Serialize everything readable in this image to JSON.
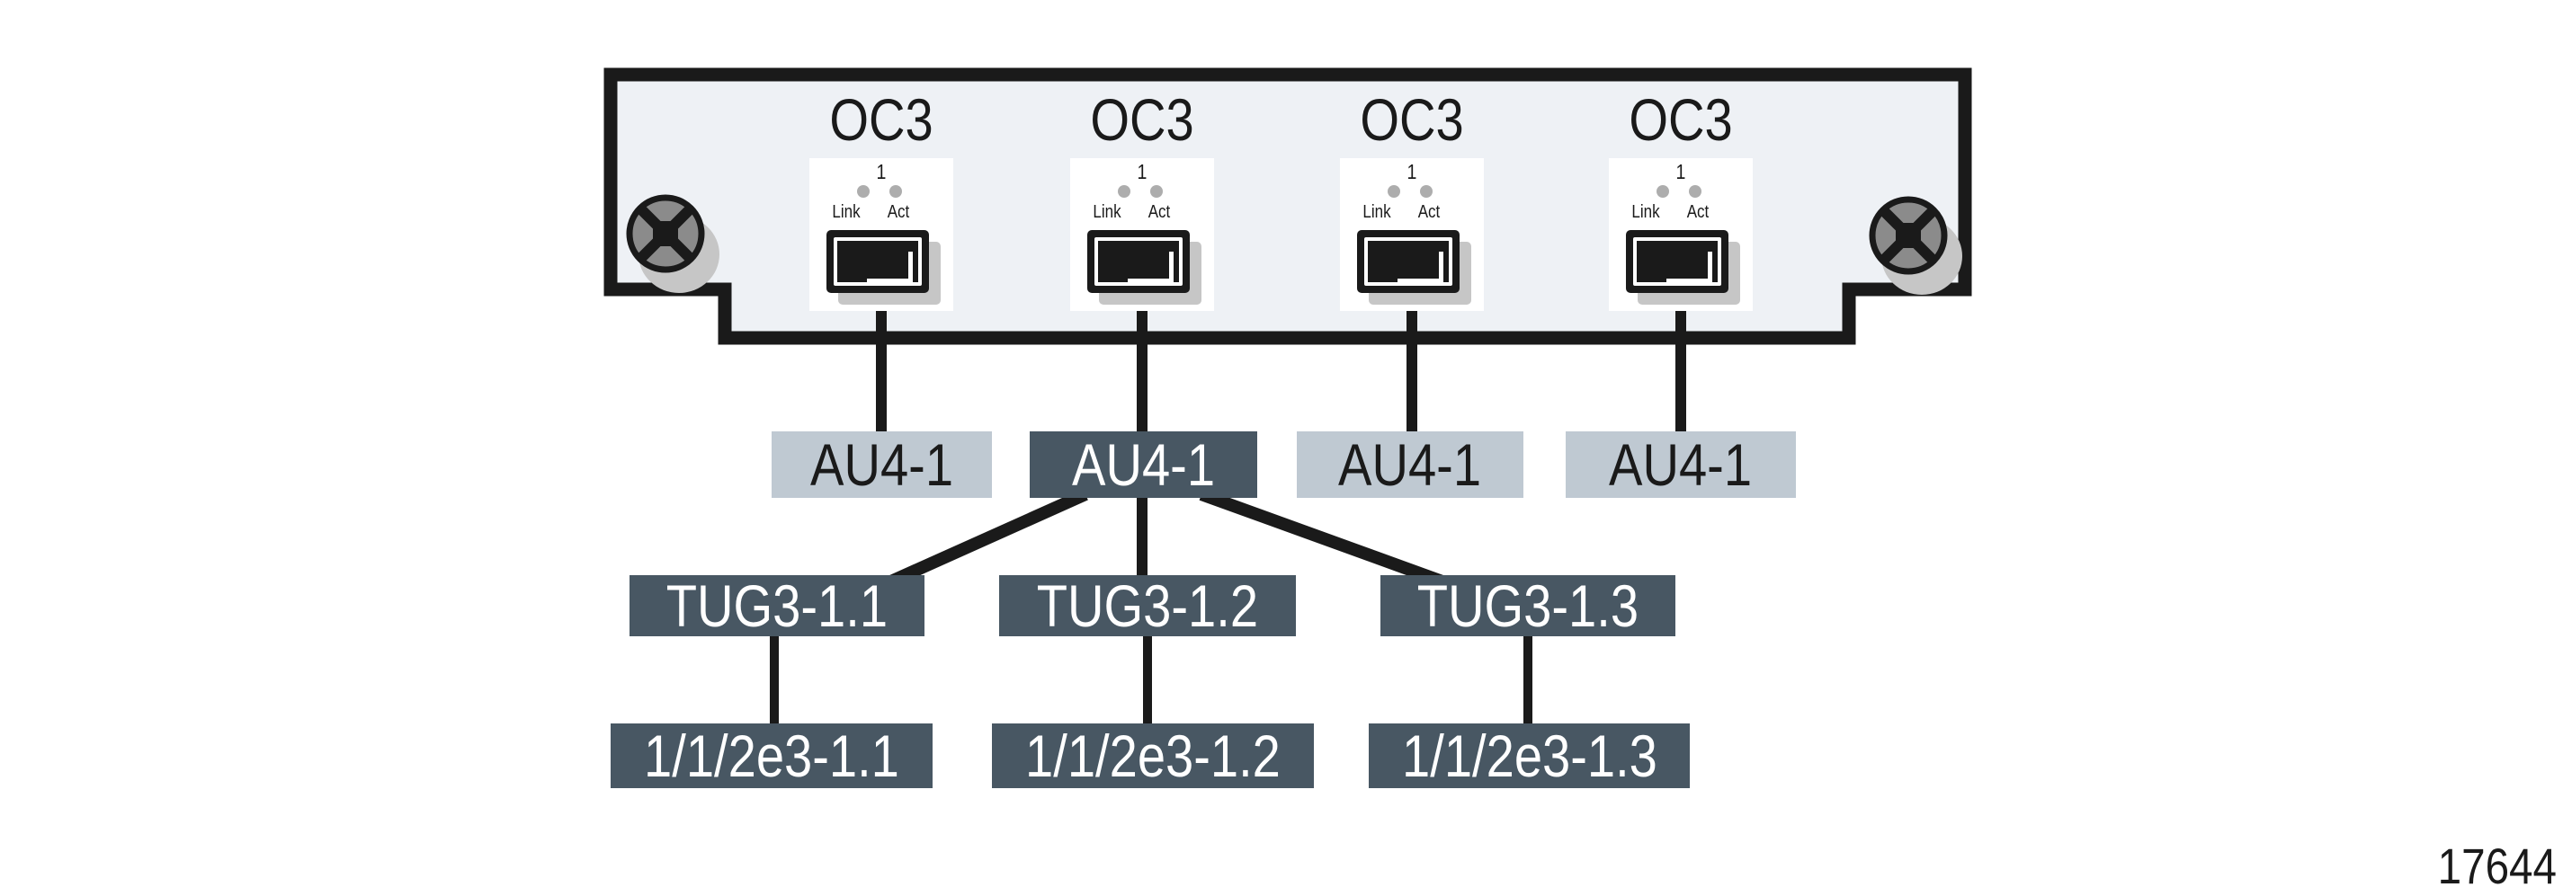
{
  "figure_number": "17644",
  "card": {
    "ports": [
      {
        "title": "OC3",
        "number": "1",
        "link_label": "Link",
        "act_label": "Act"
      },
      {
        "title": "OC3",
        "number": "1",
        "link_label": "Link",
        "act_label": "Act"
      },
      {
        "title": "OC3",
        "number": "1",
        "link_label": "Link",
        "act_label": "Act"
      },
      {
        "title": "OC3",
        "number": "1",
        "link_label": "Link",
        "act_label": "Act"
      }
    ]
  },
  "hierarchy": {
    "au4_boxes": [
      {
        "label": "AU4-1",
        "variant": "light"
      },
      {
        "label": "AU4-1",
        "variant": "dark"
      },
      {
        "label": "AU4-1",
        "variant": "light"
      },
      {
        "label": "AU4-1",
        "variant": "light"
      }
    ],
    "tug3_boxes": [
      {
        "label": "TUG3-1.1"
      },
      {
        "label": "TUG3-1.2"
      },
      {
        "label": "TUG3-1.3"
      }
    ],
    "e3_boxes": [
      {
        "label": "1/1/2e3-1.1"
      },
      {
        "label": "1/1/2e3-1.2"
      },
      {
        "label": "1/1/2e3-1.3"
      }
    ]
  },
  "icons": {
    "screw": "phillips-screw",
    "led": "status-led-dot",
    "sfp": "sfp-port-connector"
  },
  "colors": {
    "card_fill": "#eef1f5",
    "outline": "#1a1a1a",
    "light_box": "#bfc9d2",
    "dark_box": "#485763",
    "led": "#adadad",
    "screw_fill": "#8b8b8b",
    "shadow": "#c6c6c6"
  }
}
